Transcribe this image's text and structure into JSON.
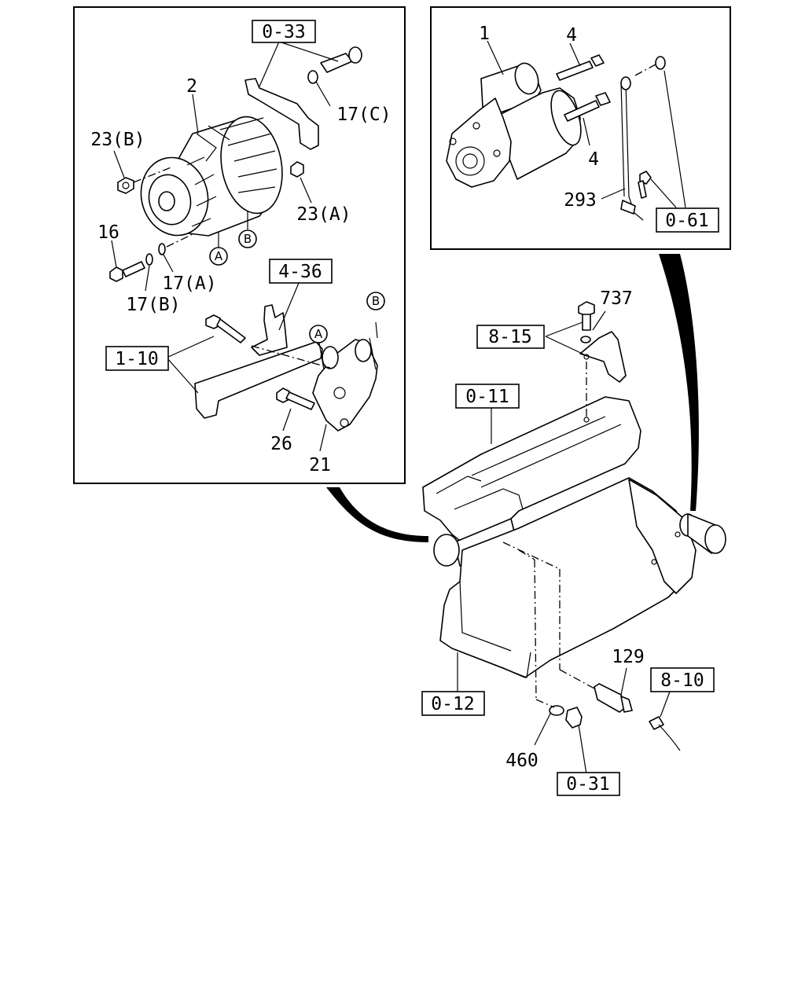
{
  "alternator_group": {
    "numbers": {
      "n2": "2",
      "n23b": "23(B)",
      "n23a": "23(A)",
      "n17c": "17(C)",
      "n16": "16",
      "n17a": "17(A)",
      "n17b": "17(B)",
      "n26": "26",
      "n21": "21"
    },
    "refs": {
      "r0_33": "0-33",
      "r4_36": "4-36",
      "r1_10": "1-10"
    },
    "circles": {
      "a1": "A",
      "b1": "B",
      "a2": "A",
      "b2": "B"
    }
  },
  "starter_group": {
    "numbers": {
      "n1": "1",
      "n4a": "4",
      "n4b": "4",
      "n293": "293"
    },
    "refs": {
      "r0_61": "0-61"
    }
  },
  "engine_group": {
    "numbers": {
      "n737": "737",
      "n129": "129",
      "n460": "460"
    },
    "refs": {
      "r8_15": "8-15",
      "r0_11": "0-11",
      "r0_12": "0-12",
      "r8_10": "8-10",
      "r0_31": "0-31"
    }
  }
}
